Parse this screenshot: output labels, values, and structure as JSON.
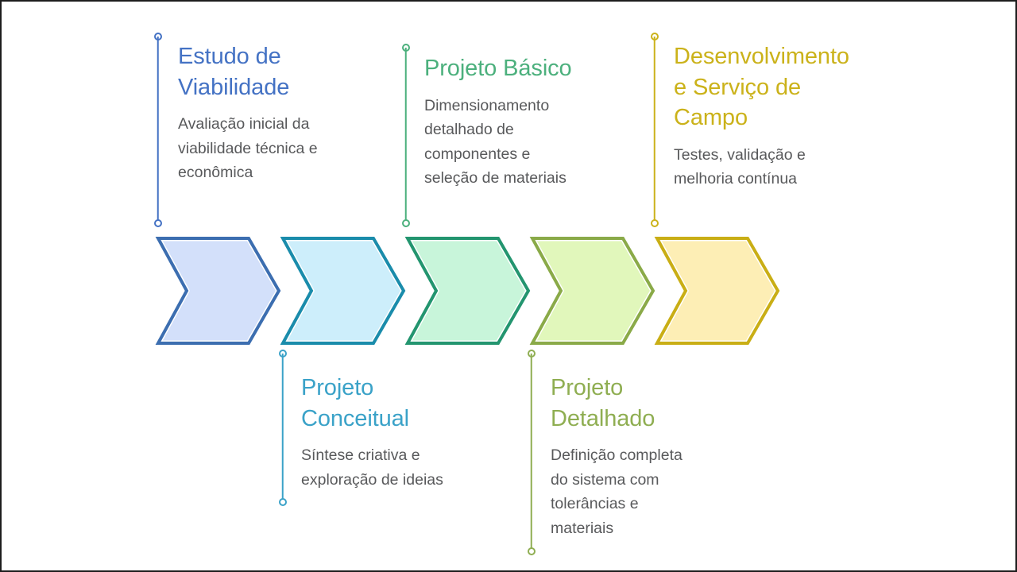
{
  "diagram": {
    "type": "chevron-process-flow",
    "orientation": "horizontal",
    "stage_count": 5,
    "background": "#ffffff",
    "border_color": "#1d1d1d"
  },
  "stages": [
    {
      "index": 1,
      "title": "Estudo de\nViabilidade",
      "description": "Avaliação inicial da\nviabilidade técnica e\neconômica",
      "callout_side": "top",
      "accent": "#4472c4",
      "title_color": "#4472c4",
      "shape_stroke": "#3c6eb0",
      "shape_fill": "#d3e0fa"
    },
    {
      "index": 2,
      "title": "Projeto\nConceitual",
      "description": "Síntese criativa e\nexploração de ideias",
      "callout_side": "bottom",
      "accent": "#2196bd",
      "title_color": "#3aa2c8",
      "shape_stroke": "#1a8cab",
      "shape_fill": "#cdeefb"
    },
    {
      "index": 3,
      "title": "Projeto Básico",
      "description": "Dimensionamento\ndetalhado de\ncomponentes e\nseleção de materiais",
      "callout_side": "top",
      "accent": "#2e9e6b",
      "title_color": "#4cb07d",
      "shape_stroke": "#23956f",
      "shape_fill": "#c8f5da"
    },
    {
      "index": 4,
      "title": "Projeto\nDetalhado",
      "description": "Definição completa\ndo sistema com\ntolerâncias e\nmateriais",
      "callout_side": "bottom",
      "accent": "#8fae52",
      "title_color": "#8fae52",
      "shape_stroke": "#8aaa48",
      "shape_fill": "#e1f7bb"
    },
    {
      "index": 5,
      "title": "Desenvolvimento\ne Serviço de\nCampo",
      "description": "Testes, validação e\nmelhoria contínua",
      "callout_side": "top",
      "accent": "#cbb21a",
      "title_color": "#cbb21a",
      "shape_stroke": "#c9ae15",
      "shape_fill": "#fdeeb5"
    }
  ]
}
